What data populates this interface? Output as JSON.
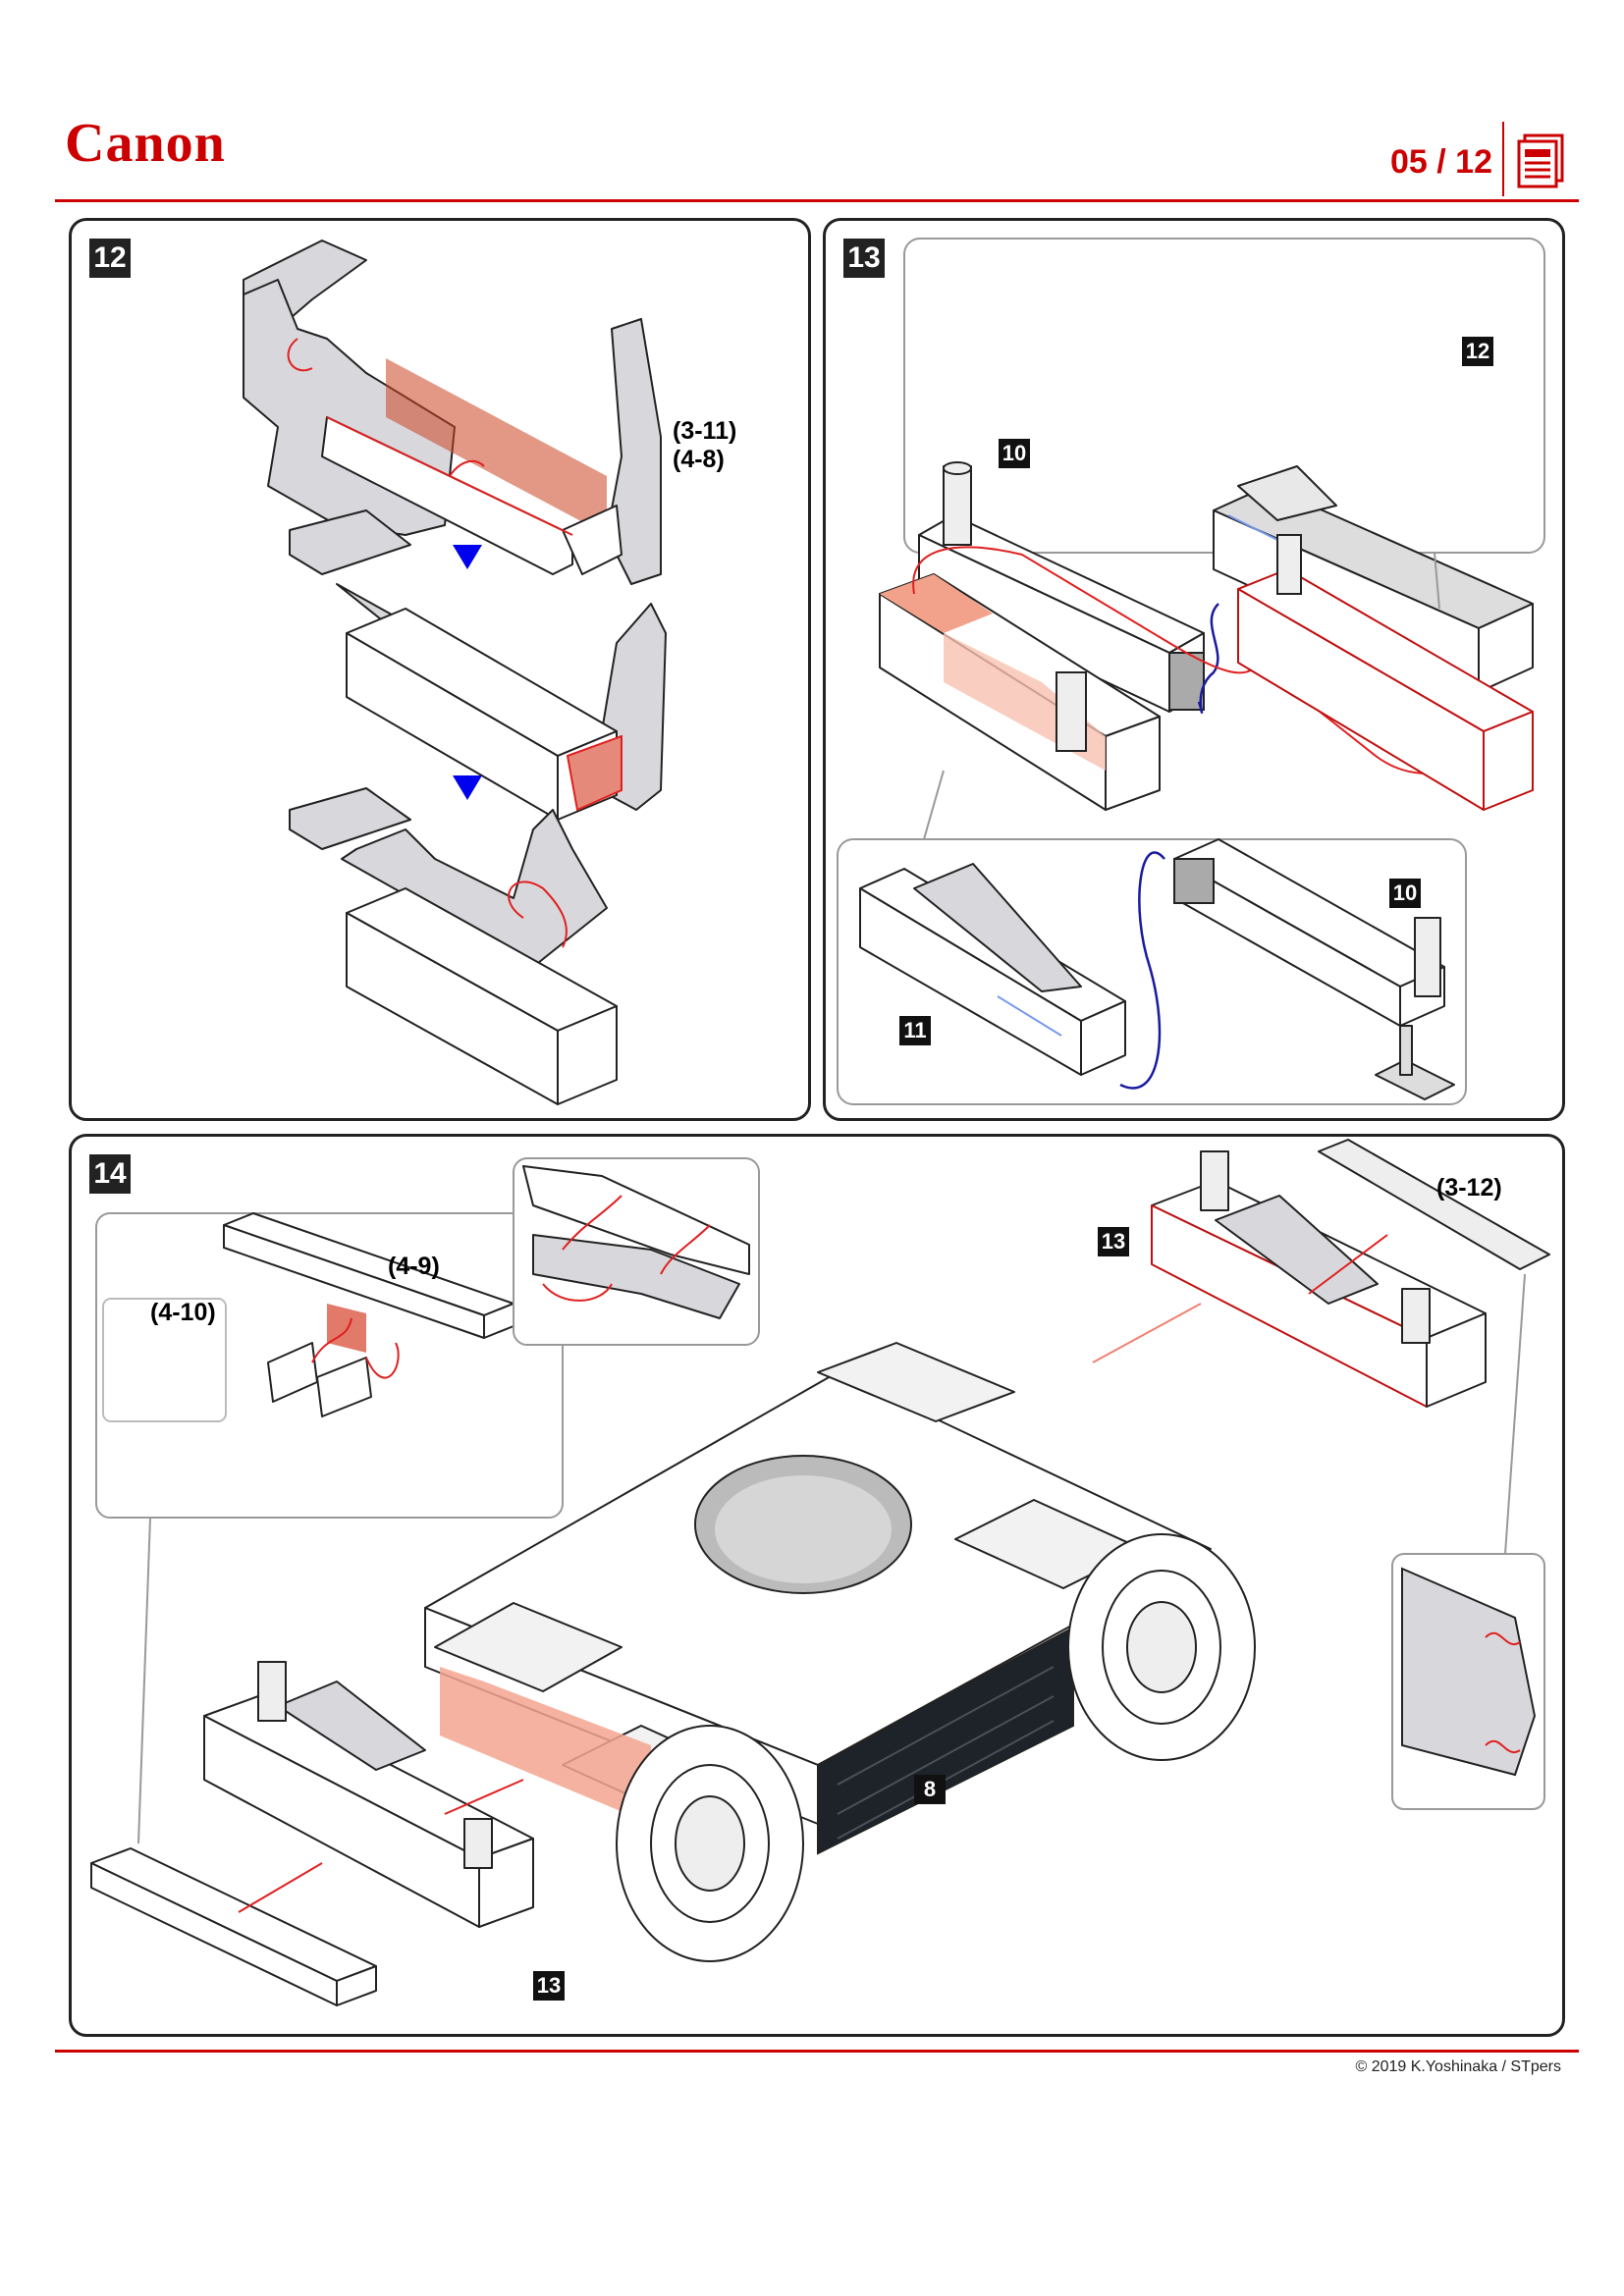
{
  "header": {
    "brand": "Canon",
    "page_number": "05 / 12",
    "brand_color": "#cc0000",
    "icon": "document-icon"
  },
  "steps": [
    {
      "number": "12",
      "ref_labels": [
        "(3-11)",
        "(4-8)"
      ],
      "arrow_color": "#0000ee"
    },
    {
      "number": "13",
      "part_tags": [
        "12",
        "10",
        "10",
        "11"
      ]
    },
    {
      "number": "14",
      "ref_labels": [
        "(4-9)",
        "(4-10)",
        "(3-12)"
      ],
      "part_tags": [
        "13",
        "8",
        "13"
      ]
    }
  ],
  "footer": {
    "copyright": "© 2019 K.Yoshinaka / STpers"
  }
}
